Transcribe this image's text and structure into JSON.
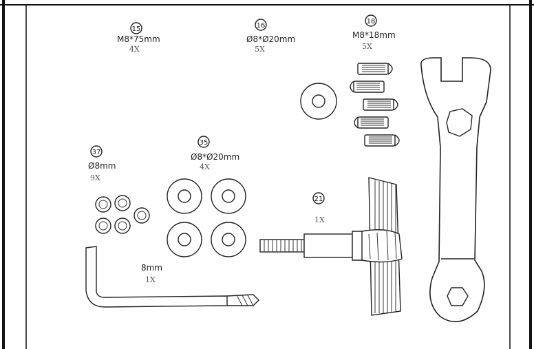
{
  "parts": [
    {
      "id": "p15",
      "number": "15",
      "spec": "M8*75mm",
      "qty": "4X"
    },
    {
      "id": "p16",
      "number": "16",
      "spec": "Ø8*Ø20mm",
      "qty": "5X"
    },
    {
      "id": "p18",
      "number": "18",
      "spec": "M8*18mm",
      "qty": "5X"
    },
    {
      "id": "p37",
      "number": "37",
      "spec": "Ø8mm",
      "qty": "9X"
    },
    {
      "id": "p35",
      "number": "35",
      "spec": "Ø8*Ø20mm",
      "qty": "4X"
    },
    {
      "id": "p21",
      "number": "21",
      "spec": "",
      "qty": "1X"
    },
    {
      "id": "hex",
      "number": "",
      "spec": "8mm",
      "qty": "1X"
    }
  ]
}
